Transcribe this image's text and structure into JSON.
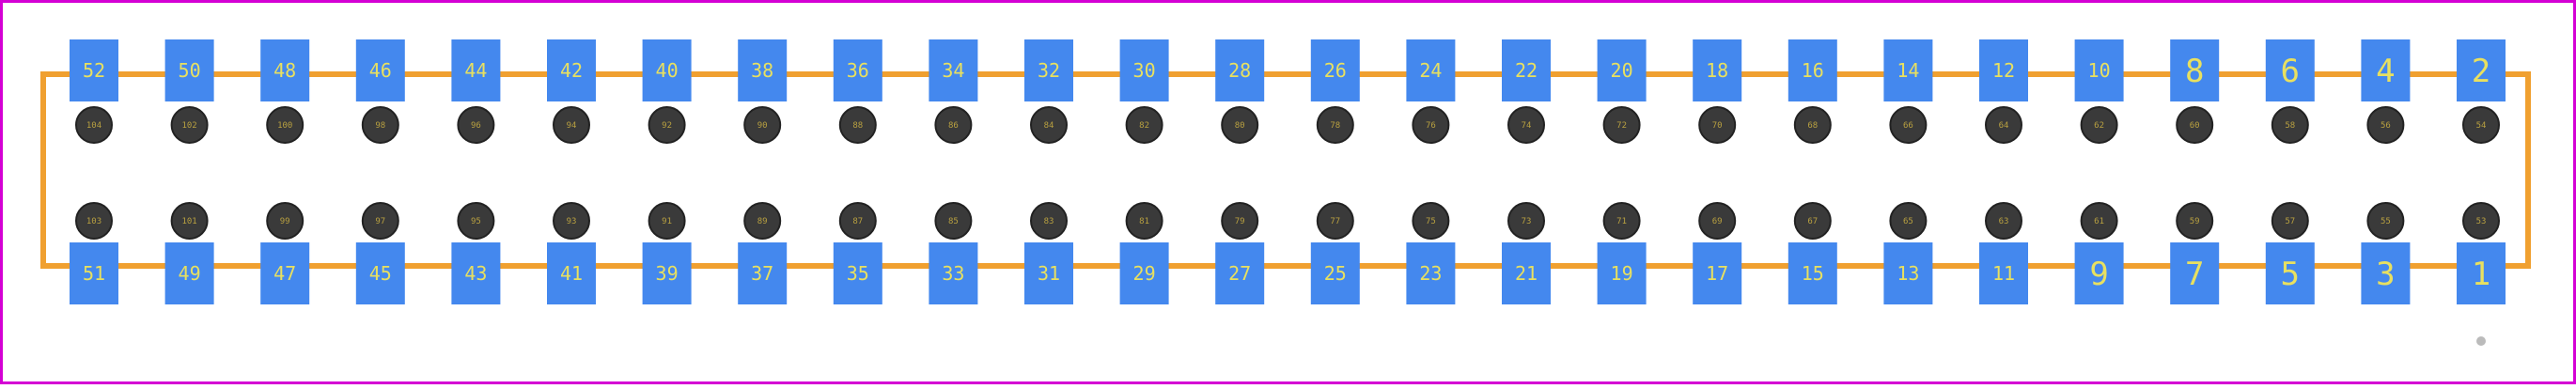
{
  "colors": {
    "background": "#ffffff",
    "border": "#d400d4",
    "silkscreen": "#f0a030",
    "pad": "#4488ee",
    "pad_label": "#e8e060",
    "hole_fill": "#3a3a3a",
    "hole_ring": "#222222",
    "hole_label": "#b8a040",
    "marker": "#bbbbbb"
  },
  "top_pads": [
    "52",
    "50",
    "48",
    "46",
    "44",
    "42",
    "40",
    "38",
    "36",
    "34",
    "32",
    "30",
    "28",
    "26",
    "24",
    "22",
    "20",
    "18",
    "16",
    "14",
    "12",
    "10",
    "8",
    "6",
    "4",
    "2"
  ],
  "bottom_pads": [
    "51",
    "49",
    "47",
    "45",
    "43",
    "41",
    "39",
    "37",
    "35",
    "33",
    "31",
    "29",
    "27",
    "25",
    "23",
    "21",
    "19",
    "17",
    "15",
    "13",
    "11",
    "9",
    "7",
    "5",
    "3",
    "1"
  ],
  "upper_holes": [
    "104",
    "102",
    "100",
    "98",
    "96",
    "94",
    "92",
    "90",
    "88",
    "86",
    "84",
    "82",
    "80",
    "78",
    "76",
    "74",
    "72",
    "70",
    "68",
    "66",
    "64",
    "62",
    "60",
    "58",
    "56",
    "54"
  ],
  "lower_holes": [
    "103",
    "101",
    "99",
    "97",
    "95",
    "93",
    "91",
    "89",
    "87",
    "85",
    "83",
    "81",
    "79",
    "77",
    "75",
    "73",
    "71",
    "69",
    "67",
    "65",
    "63",
    "61",
    "59",
    "57",
    "55",
    "53"
  ]
}
